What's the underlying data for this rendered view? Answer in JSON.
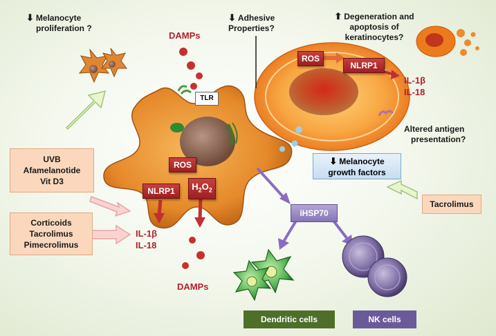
{
  "labels": {
    "melanocyte_proliferation_line1": "Melanocyte",
    "melanocyte_proliferation_line2": "proliferation ?",
    "damps_top": "DAMPs",
    "adhesive_line1": "Adhesive",
    "adhesive_line2": "Properties?",
    "degeneration_line1": "Degeneration and",
    "degeneration_line2": "apoptosis of",
    "degeneration_line3": "keratinocytes?",
    "tlr": "TLR",
    "ros_keratinocyte": "ROS",
    "nlrp1_keratinocyte": "NLRP1",
    "il1b_right": "IL-1β",
    "il18_right": "IL-18",
    "altered_line1": "Altered antigen",
    "altered_line2": "presentation?",
    "growth_line1": "Melanocyte",
    "growth_line2": "growth factors",
    "ros_melanocyte": "ROS",
    "nlrp1_melanocyte": "NLRP1",
    "h2o2": "H",
    "h2o2_sub1": "2",
    "h2o2_o": "O",
    "h2o2_sub2": "2",
    "ihsp70": "iHSP70",
    "il1b_left": "IL-1β",
    "il18_left": "IL-18",
    "damps_bottom": "DAMPs",
    "dendritic_cells": "Dendritic cells",
    "nk_cells": "NK cells"
  },
  "boxes": {
    "uvb_group": [
      "UVB",
      "Afamelanotide",
      "Vit D3"
    ],
    "corticoids_group": [
      "Corticoids",
      "Tacrolimus",
      "Pimecrolimus"
    ],
    "tacrolimus": "Tacrolimus"
  },
  "indicators": {
    "down_arrow": "⬇",
    "up_arrow": "⬆"
  },
  "colors": {
    "red_text": "#b3202a",
    "red_box": "#b02a2c",
    "melanocyte": "#e5892a",
    "keratinocyte": "#f59b3a",
    "dendritic_green": "#2e7d2e",
    "dendritic_label_bg": "#4e6e2a",
    "nk_purple": "#7a6aa0",
    "nk_label_bg": "#6a5a9a",
    "ihsp70_bg": "#9a8ac0",
    "growth_box": "#d3e6f7",
    "peach_box": "#fbd8bd"
  }
}
